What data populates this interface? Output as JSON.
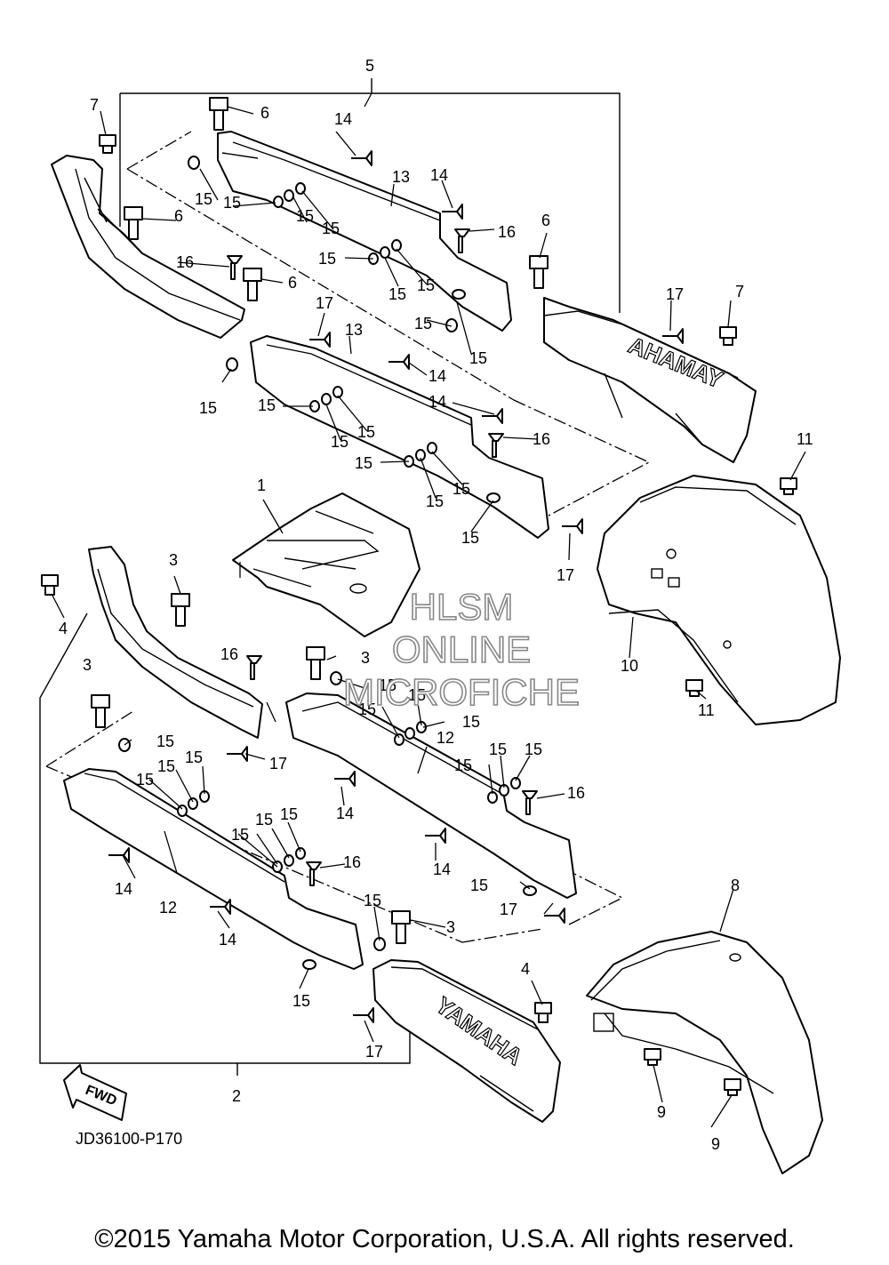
{
  "diagram": {
    "labels": {
      "n1": "1",
      "n2": "2",
      "n3": "3",
      "n4": "4",
      "n5": "5",
      "n6": "6",
      "n7": "7",
      "n8": "8",
      "n9": "9",
      "n10": "10",
      "n11": "11",
      "n12": "12",
      "n13": "13",
      "n14": "14",
      "n15": "15",
      "n16": "16",
      "n17": "17"
    },
    "brand_text": "YAMAHA",
    "fwd_text": "FWD",
    "diagram_code": "JD36100-P170"
  },
  "watermark": {
    "line1": "HLSM",
    "line2": "ONLINE",
    "line3": "MICROFICHE"
  },
  "footer": {
    "copyright": "©2015 Yamaha Motor Corporation, U.S.A. All rights reserved."
  }
}
